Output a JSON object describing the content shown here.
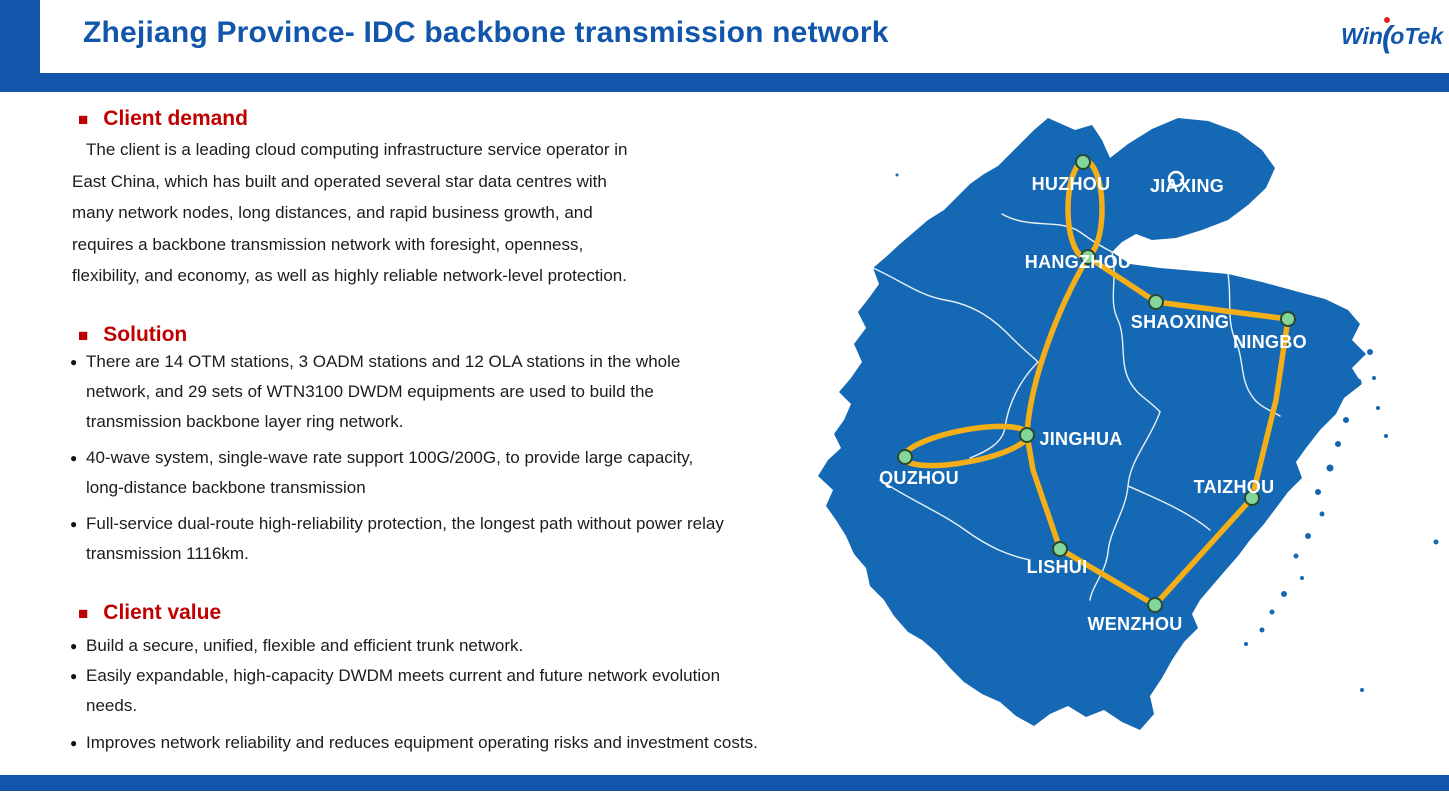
{
  "header": {
    "title": "Zhejiang Province- IDC backbone transmission network",
    "logo": {
      "part1": "Win",
      "arc": "(",
      "part2": "oTek"
    }
  },
  "icons": {
    "section_square": "■",
    "bullet_dot": "●",
    "logo_dot": "red-dot-icon",
    "jiaxing_marker": "white-ring-icon"
  },
  "colors": {
    "band_blue": "#1256ab",
    "title_blue": "#1256ab",
    "map_blue": "#1568b4",
    "link_yellow": "#f3ae18",
    "node_green": "#85d69b",
    "heading_red": "#c00000",
    "logo_dot_red": "#e1251b",
    "label_white": "#ffffff"
  },
  "sections": {
    "demand": {
      "heading": "Client demand",
      "lines": [
        "The client is a leading cloud computing infrastructure service operator in",
        "East China, which has built and operated several star data centres with",
        "many network nodes, long distances, and rapid business growth, and",
        "requires a backbone transmission network with foresight, openness,",
        "flexibility, and economy, as well as highly reliable network-level protection."
      ]
    },
    "solution": {
      "heading": "Solution",
      "bullets": [
        {
          "lines": [
            "There are 14 OTM stations, 3 OADM stations and 12 OLA stations in the whole",
            "network, and 29 sets of WTN3100 DWDM equipments are used to build the",
            "transmission backbone layer ring network."
          ]
        },
        {
          "lines": [
            "40-wave system, single-wave rate support 100G/200G, to provide large capacity,",
            "long-distance backbone transmission"
          ]
        },
        {
          "lines": [
            "Full-service dual-route high-reliability protection, the longest path without power relay",
            "transmission 1116km."
          ]
        }
      ]
    },
    "value": {
      "heading": "Client value",
      "bullets": [
        {
          "lines": [
            "Build a secure, unified, flexible and efficient trunk network."
          ]
        },
        {
          "lines": [
            "Easily expandable, high-capacity DWDM meets current and future network evolution",
            "needs."
          ]
        },
        {
          "lines": [
            "Improves network reliability and reduces equipment operating risks and investment costs."
          ]
        }
      ]
    }
  },
  "map": {
    "region": "Zhejiang Province",
    "cities": [
      {
        "name": "HUZHOU",
        "node": "green"
      },
      {
        "name": "JIAXING",
        "node": "white-ring"
      },
      {
        "name": "HANGZHOU",
        "node": "green"
      },
      {
        "name": "SHAOXING",
        "node": "green"
      },
      {
        "name": "NINGBO",
        "node": "green"
      },
      {
        "name": "JINGHUA",
        "node": "green"
      },
      {
        "name": "QUZHOU",
        "node": "green"
      },
      {
        "name": "LISHUI",
        "node": "green"
      },
      {
        "name": "WENZHOU",
        "node": "green"
      },
      {
        "name": "TAIZHOU",
        "node": "green"
      }
    ],
    "links": [
      {
        "from": "HUZHOU",
        "to": "HANGZHOU",
        "style": "dual-fiber-ring"
      },
      {
        "from": "HANGZHOU",
        "to": "SHAOXING",
        "style": "line"
      },
      {
        "from": "SHAOXING",
        "to": "NINGBO",
        "style": "line"
      },
      {
        "from": "NINGBO",
        "to": "TAIZHOU",
        "style": "line"
      },
      {
        "from": "TAIZHOU",
        "to": "WENZHOU",
        "style": "line"
      },
      {
        "from": "WENZHOU",
        "to": "LISHUI",
        "style": "line"
      },
      {
        "from": "LISHUI",
        "to": "JINGHUA",
        "style": "line"
      },
      {
        "from": "JINGHUA",
        "to": "HANGZHOU",
        "style": "line"
      },
      {
        "from": "JINGHUA",
        "to": "QUZHOU",
        "style": "dual-fiber-ring"
      }
    ]
  }
}
